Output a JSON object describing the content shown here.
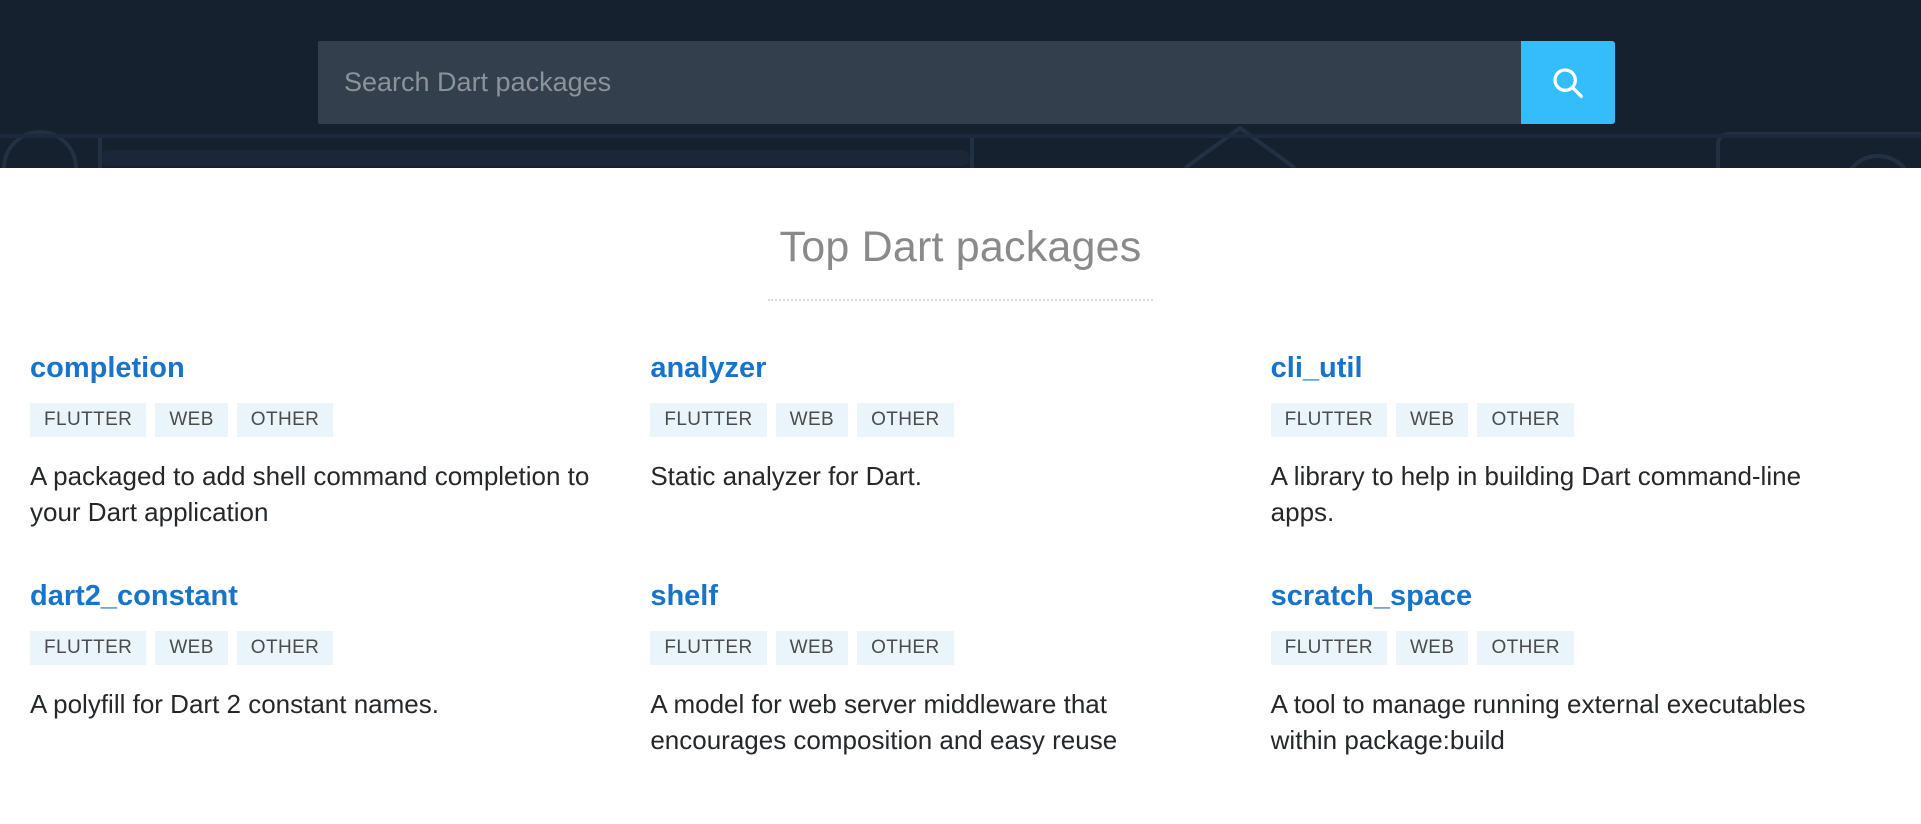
{
  "header": {
    "background_color": "#16212f",
    "search": {
      "placeholder": "Search Dart packages",
      "value": "",
      "button_icon": "search-icon",
      "button_color": "#35bdfb",
      "field_color": "#343f4d"
    }
  },
  "main": {
    "section_title": "Top Dart packages",
    "title_color": "#8a8a8a",
    "link_color": "#1674cc",
    "tag_background": "#eaf5fb",
    "packages": [
      {
        "name": "completion",
        "tags": [
          "FLUTTER",
          "WEB",
          "OTHER"
        ],
        "description": "A packaged to add shell command completion to your Dart application"
      },
      {
        "name": "analyzer",
        "tags": [
          "FLUTTER",
          "WEB",
          "OTHER"
        ],
        "description": "Static analyzer for Dart."
      },
      {
        "name": "cli_util",
        "tags": [
          "FLUTTER",
          "WEB",
          "OTHER"
        ],
        "description": "A library to help in building Dart command-line apps."
      },
      {
        "name": "dart2_constant",
        "tags": [
          "FLUTTER",
          "WEB",
          "OTHER"
        ],
        "description": "A polyfill for Dart 2 constant names."
      },
      {
        "name": "shelf",
        "tags": [
          "FLUTTER",
          "WEB",
          "OTHER"
        ],
        "description": "A model for web server middleware that encourages composition and easy reuse"
      },
      {
        "name": "scratch_space",
        "tags": [
          "FLUTTER",
          "WEB",
          "OTHER"
        ],
        "description": "A tool to manage running external executables within package:build"
      }
    ]
  }
}
